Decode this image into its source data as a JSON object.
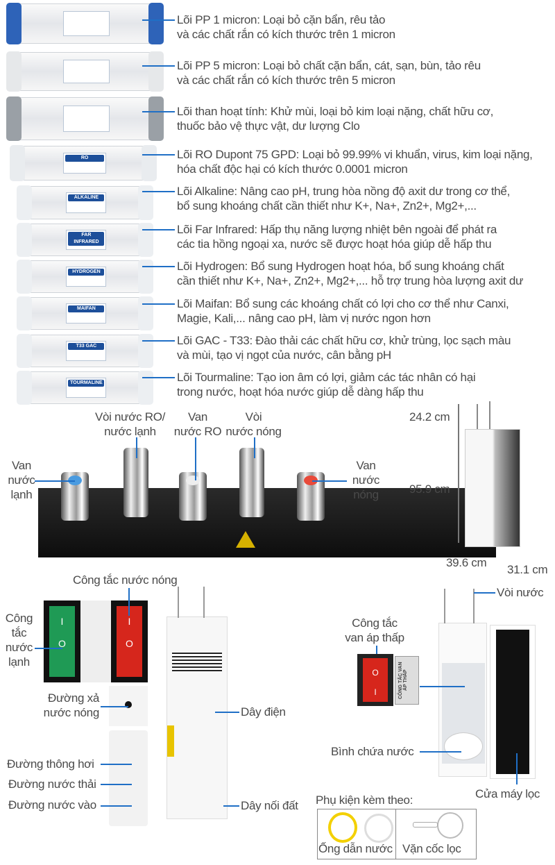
{
  "filters": [
    {
      "label": "",
      "line1": "Lõi PP 1 micron: Loại bỏ cặn bẩn, rêu tảo",
      "line2": "và các chất rắn có kích thước trên 1 micron",
      "cap": "#2e63b8"
    },
    {
      "label": "",
      "line1": "Lõi PP 5 micron: Loại bỏ chất cặn bẩn, cát, sạn, bùn, tảo rêu",
      "line2": "và các chất rắn có kích thước trên 5 micron",
      "cap": "#e6e8ea"
    },
    {
      "label": "",
      "line1": "Lõi than hoạt tính: Khử mùi, loại bỏ kim loại nặng, chất hữu cơ,",
      "line2": "thuốc bảo vệ thực vật, dư lượng Clo",
      "cap": "#9aa0a6"
    },
    {
      "label": "RO",
      "line1": "Lõi RO Dupont 75 GPD: Loại bỏ 99.99% vi khuẩn, virus, kim loại nặng,",
      "line2": "hóa chất độc hại có kích thước 0.0001 micron",
      "cap": "#e9ecef"
    },
    {
      "label": "ALKALINE",
      "line1": "Lõi Alkaline: Nâng cao pH, trung hòa nồng độ axit dư trong cơ thể,",
      "line2": "bổ sung khoáng chất cần thiết như K+, Na+, Zn2+, Mg2+,...",
      "cap": "#eceff2"
    },
    {
      "label": "FAR INFRARED",
      "line1": "Lõi Far Infrared: Hấp thụ năng lượng nhiệt bên ngoài để phát ra",
      "line2": "các tia hồng ngoại xa, nước sẽ được hoạt hóa giúp dễ hấp thu",
      "cap": "#eceff2"
    },
    {
      "label": "HYDROGEN",
      "line1": "Lõi Hydrogen: Bổ sung Hydrogen hoạt hóa, bổ sung khoáng chất",
      "line2": "cần thiết như K+, Na+, Zn2+, Mg2+,... hỗ trợ trung hòa lượng axit dư",
      "cap": "#eceff2"
    },
    {
      "label": "MAIFAN",
      "line1": "Lõi Maifan: Bổ sung các khoáng chất có lợi cho cơ thể như Canxi,",
      "line2": "Magie, Kali,... nâng cao pH, làm vị nước ngon hơn",
      "cap": "#eceff2"
    },
    {
      "label": "T33 GAC",
      "line1": "Lõi GAC - T33: Đào thải các chất hữu cơ, khử trùng, lọc sạch màu",
      "line2": "và mùi, tạo vị ngọt của nước, cân bằng pH",
      "cap": "#eceff2"
    },
    {
      "label": "TOURMALINE",
      "line1": "Lõi Tourmaline: Tạo ion âm có lợi, giảm các tác nhân có hại",
      "line2": "trong nước, hoạt hóa nước giúp dễ dàng hấp thu",
      "cap": "#eceff2"
    }
  ],
  "taps": {
    "cold_valve": [
      "Van",
      "nước",
      "lạnh"
    ],
    "ro_cold_faucet": [
      "Vòi nước RO/",
      "nước lạnh"
    ],
    "ro_valve": [
      "Van",
      "nước RO"
    ],
    "hot_faucet": [
      "Vòi",
      "nước nóng"
    ],
    "hot_valve": [
      "Van",
      "nước",
      "nóng"
    ]
  },
  "dimensions": {
    "faucet_height": "24.2 cm",
    "body_height": "95.9 cm",
    "depth": "39.6 cm",
    "width": "31.1 cm"
  },
  "back": {
    "hot_switch": "Công tắc nước nóng",
    "cold_switch": [
      "Công",
      "tắc",
      "nước",
      "lạnh"
    ],
    "hot_drain": [
      "Đường xả",
      "nước nóng"
    ],
    "power_cord": "Dây điện",
    "vent": "Đường thông hơi",
    "waste": "Đường nước thải",
    "inlet": "Đường nước vào",
    "ground": "Dây nối đất"
  },
  "inside": {
    "faucet": "Vòi nước",
    "low_pressure_switch": [
      "Công tắc",
      "van áp thấp"
    ],
    "switch_plate": "CÔNG TẮC VAN ÁP THẤP",
    "tank": "Bình chứa nước",
    "door": "Cửa máy lọc"
  },
  "accessories": {
    "title": "Phụ kiện kèm theo:",
    "tube": "Ống dẫn nước",
    "wrench": "Vặn cốc lọc"
  },
  "colors": {
    "accent_line": "#1f6fc6",
    "cold": "#4a9be0",
    "hot": "#e84a3a",
    "switch_green": "#1f9a55",
    "switch_red": "#d6261c"
  }
}
